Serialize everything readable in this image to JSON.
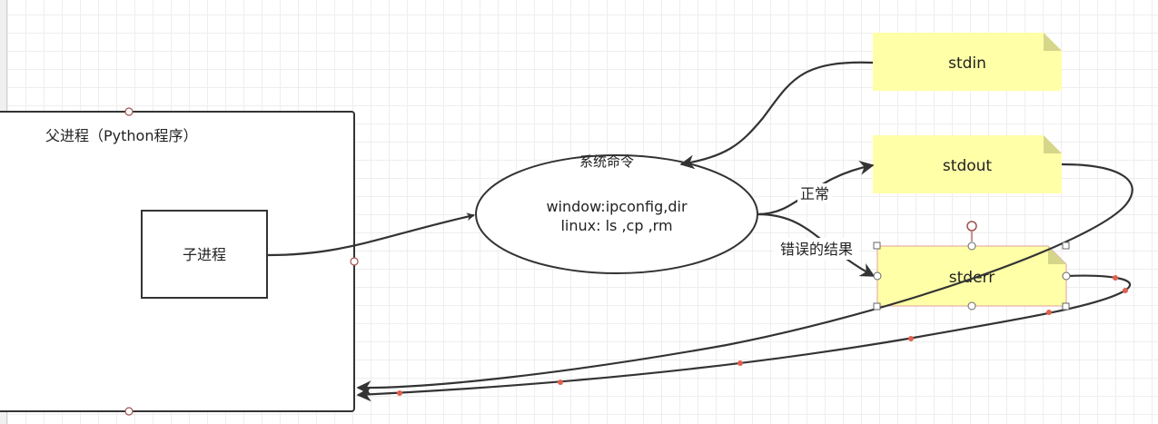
{
  "parent_process": {
    "label": "父进程（Python程序）"
  },
  "child_process": {
    "label": "子进程"
  },
  "system_command": {
    "title": "系统命令",
    "line1": "window:ipconfig,dir",
    "line2": "linux: ls ,cp ,rm"
  },
  "stdin": {
    "label": "stdin"
  },
  "stdout": {
    "label": "stdout"
  },
  "stderr": {
    "label": "stderr"
  },
  "edge_labels": {
    "normal": "正常",
    "error_result": "错误的结果"
  },
  "colors": {
    "note_fill": "#ffffa8",
    "note_fold": "#d6d68a",
    "stroke": "#333333",
    "selection_handle": "#888888",
    "waypoint": "#e06050",
    "rotate_handle": "#b05050"
  }
}
